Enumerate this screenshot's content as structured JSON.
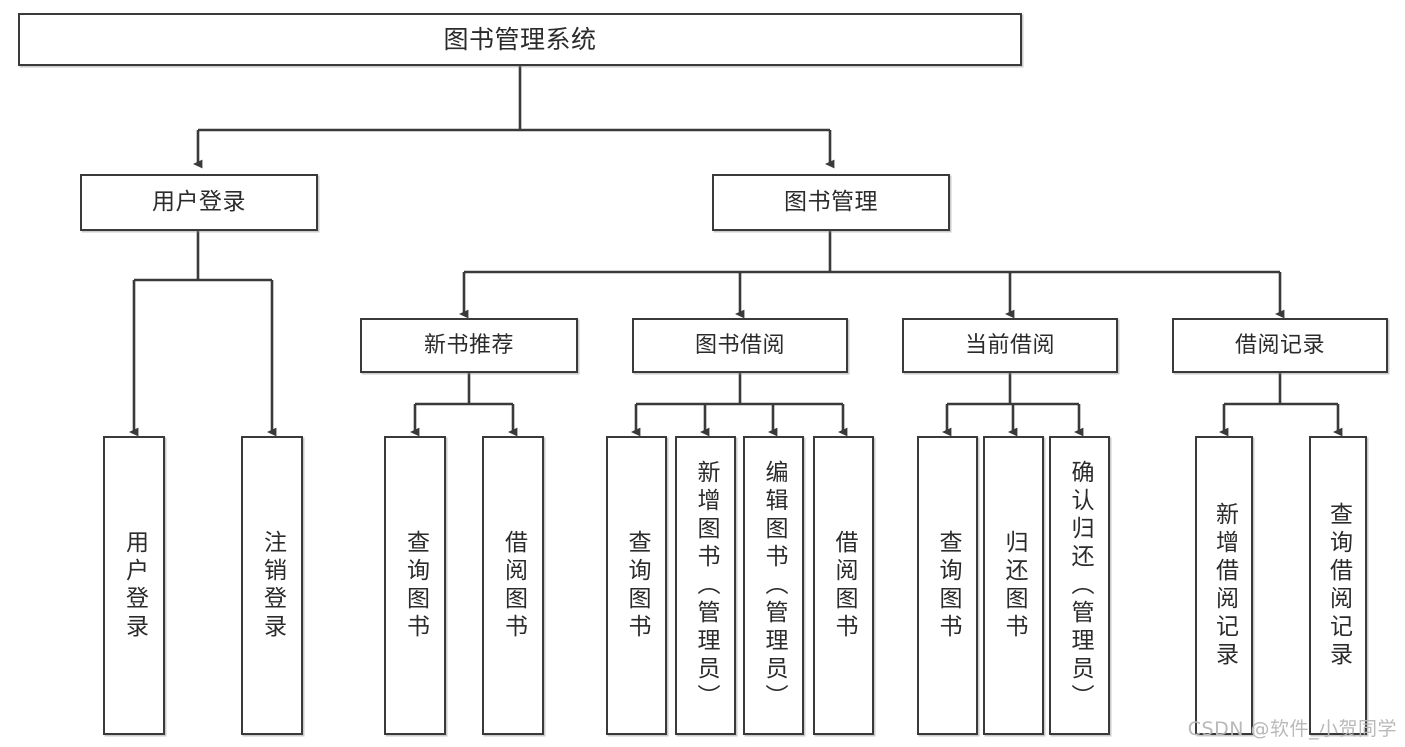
{
  "diagram": {
    "title_text": "图书管理系统",
    "watermark": "CSDN @软件_小贺同学",
    "line_color": "#3a3a3a",
    "text_color": "#2b2b2b",
    "background": "#ffffff",
    "root": {
      "label": "图书管理系统"
    },
    "level1": [
      {
        "label": "用户登录"
      },
      {
        "label": "图书管理"
      }
    ],
    "level2": [
      {
        "label": "新书推荐"
      },
      {
        "label": "图书借阅"
      },
      {
        "label": "当前借阅"
      },
      {
        "label": "借阅记录"
      }
    ],
    "leaves": {
      "user_login": [
        {
          "label": "用户登录"
        },
        {
          "label": "注销登录"
        }
      ],
      "new_book": [
        {
          "label": "查询图书"
        },
        {
          "label": "借阅图书"
        }
      ],
      "borrow_book": [
        {
          "label": "查询图书"
        },
        {
          "label": "新增图书（管理员）"
        },
        {
          "label": "编辑图书（管理员）"
        },
        {
          "label": "借阅图书"
        }
      ],
      "current_borrow": [
        {
          "label": "查询图书"
        },
        {
          "label": "归还图书"
        },
        {
          "label": "确认归还（管理员）"
        }
      ],
      "borrow_record": [
        {
          "label": "新增借阅记录"
        },
        {
          "label": "查询借阅记录"
        }
      ]
    }
  }
}
